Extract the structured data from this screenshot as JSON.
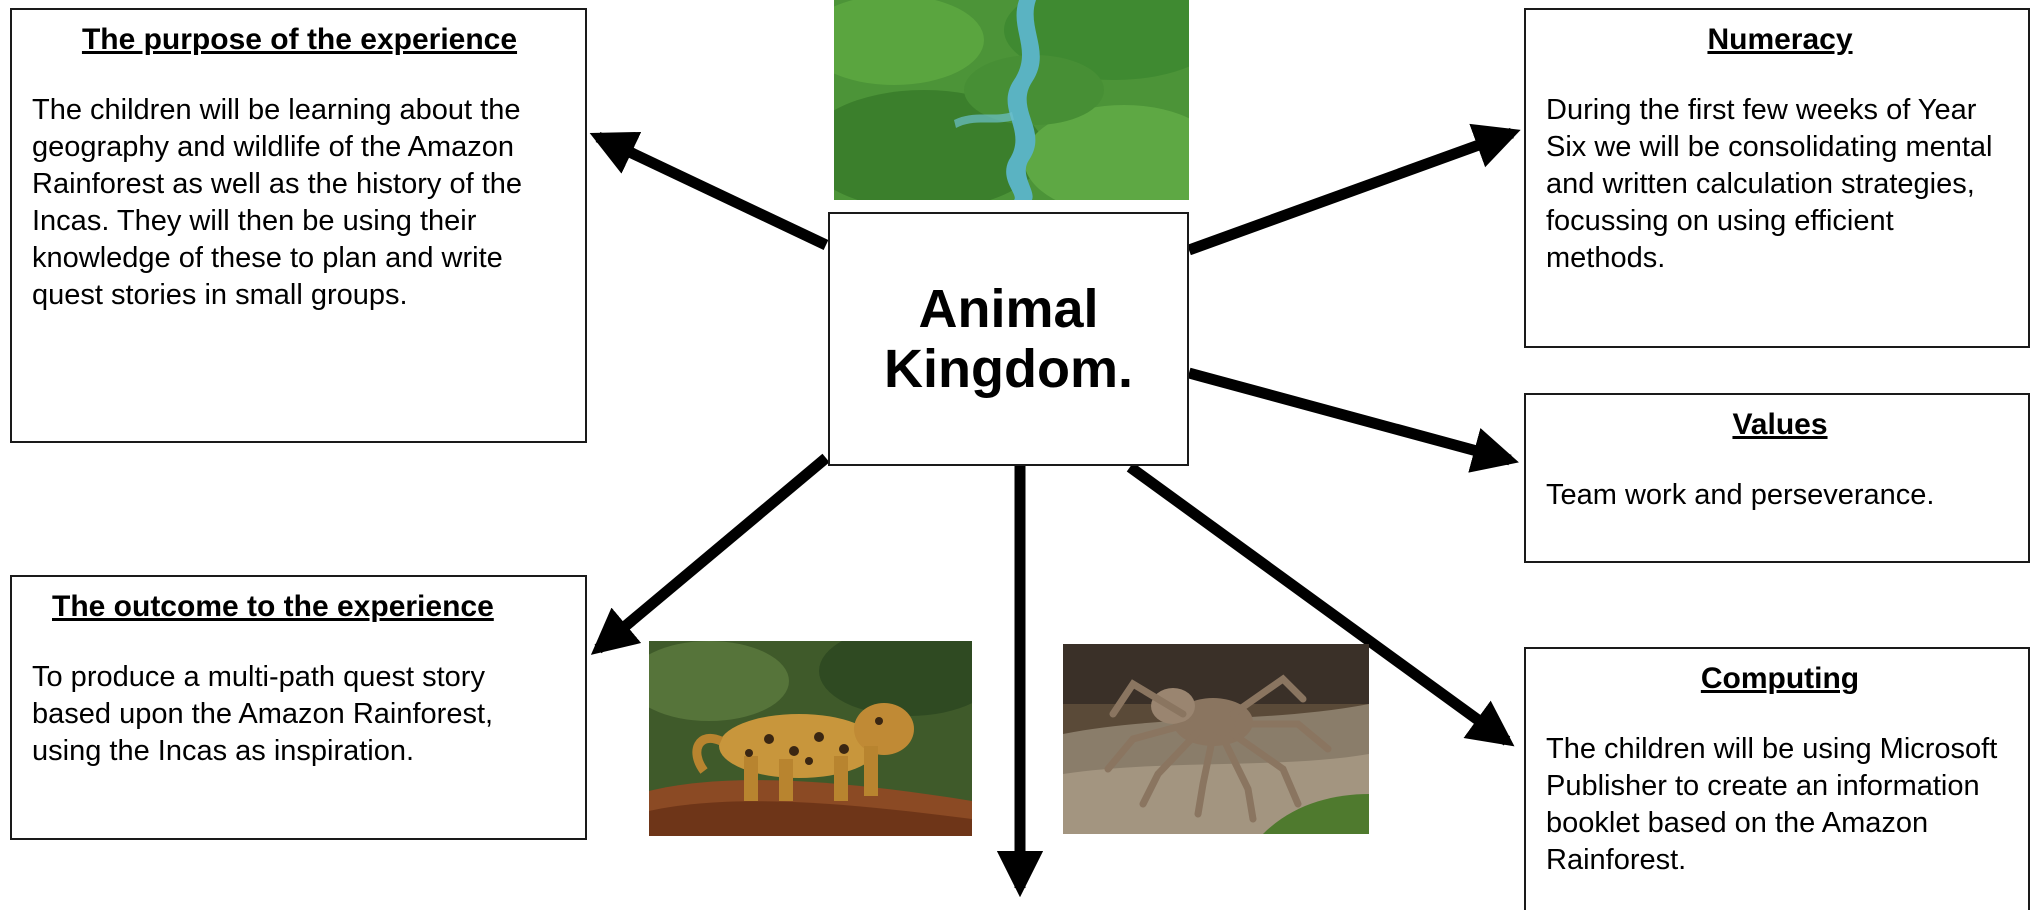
{
  "center": {
    "title": "Animal Kingdom."
  },
  "boxes": {
    "purpose": {
      "title": "The purpose of the experience",
      "body": "The children will be learning about the geography and wildlife of the Amazon Rainforest as well as the history of the Incas. They will then be using their knowledge of these to plan and write quest stories in small groups."
    },
    "outcome": {
      "title": "The outcome to the experience",
      "body": "To produce a multi-path quest story based upon the Amazon Rainforest, using the Incas as inspiration."
    },
    "numeracy": {
      "title": "Numeracy",
      "body": "During the first few weeks of Year Six we will be consolidating mental and written calculation strategies, focussing on using efficient methods."
    },
    "values": {
      "title": "Values",
      "body": "Team work and perseverance."
    },
    "computing": {
      "title": "Computing",
      "body": "The children will be using Microsoft Publisher to create an information booklet based on the Amazon Rainforest."
    }
  },
  "images": {
    "top": "rainforest-river-photo",
    "bottom_left": "jaguar-photo",
    "bottom_right": "tarantula-photo"
  },
  "colors": {
    "border": "#1a1a1a",
    "arrow": "#000000",
    "forest": "#3e8a2e",
    "river": "#4aa8b8",
    "jaguar": "#c8963c",
    "spider": "#8a7560"
  }
}
